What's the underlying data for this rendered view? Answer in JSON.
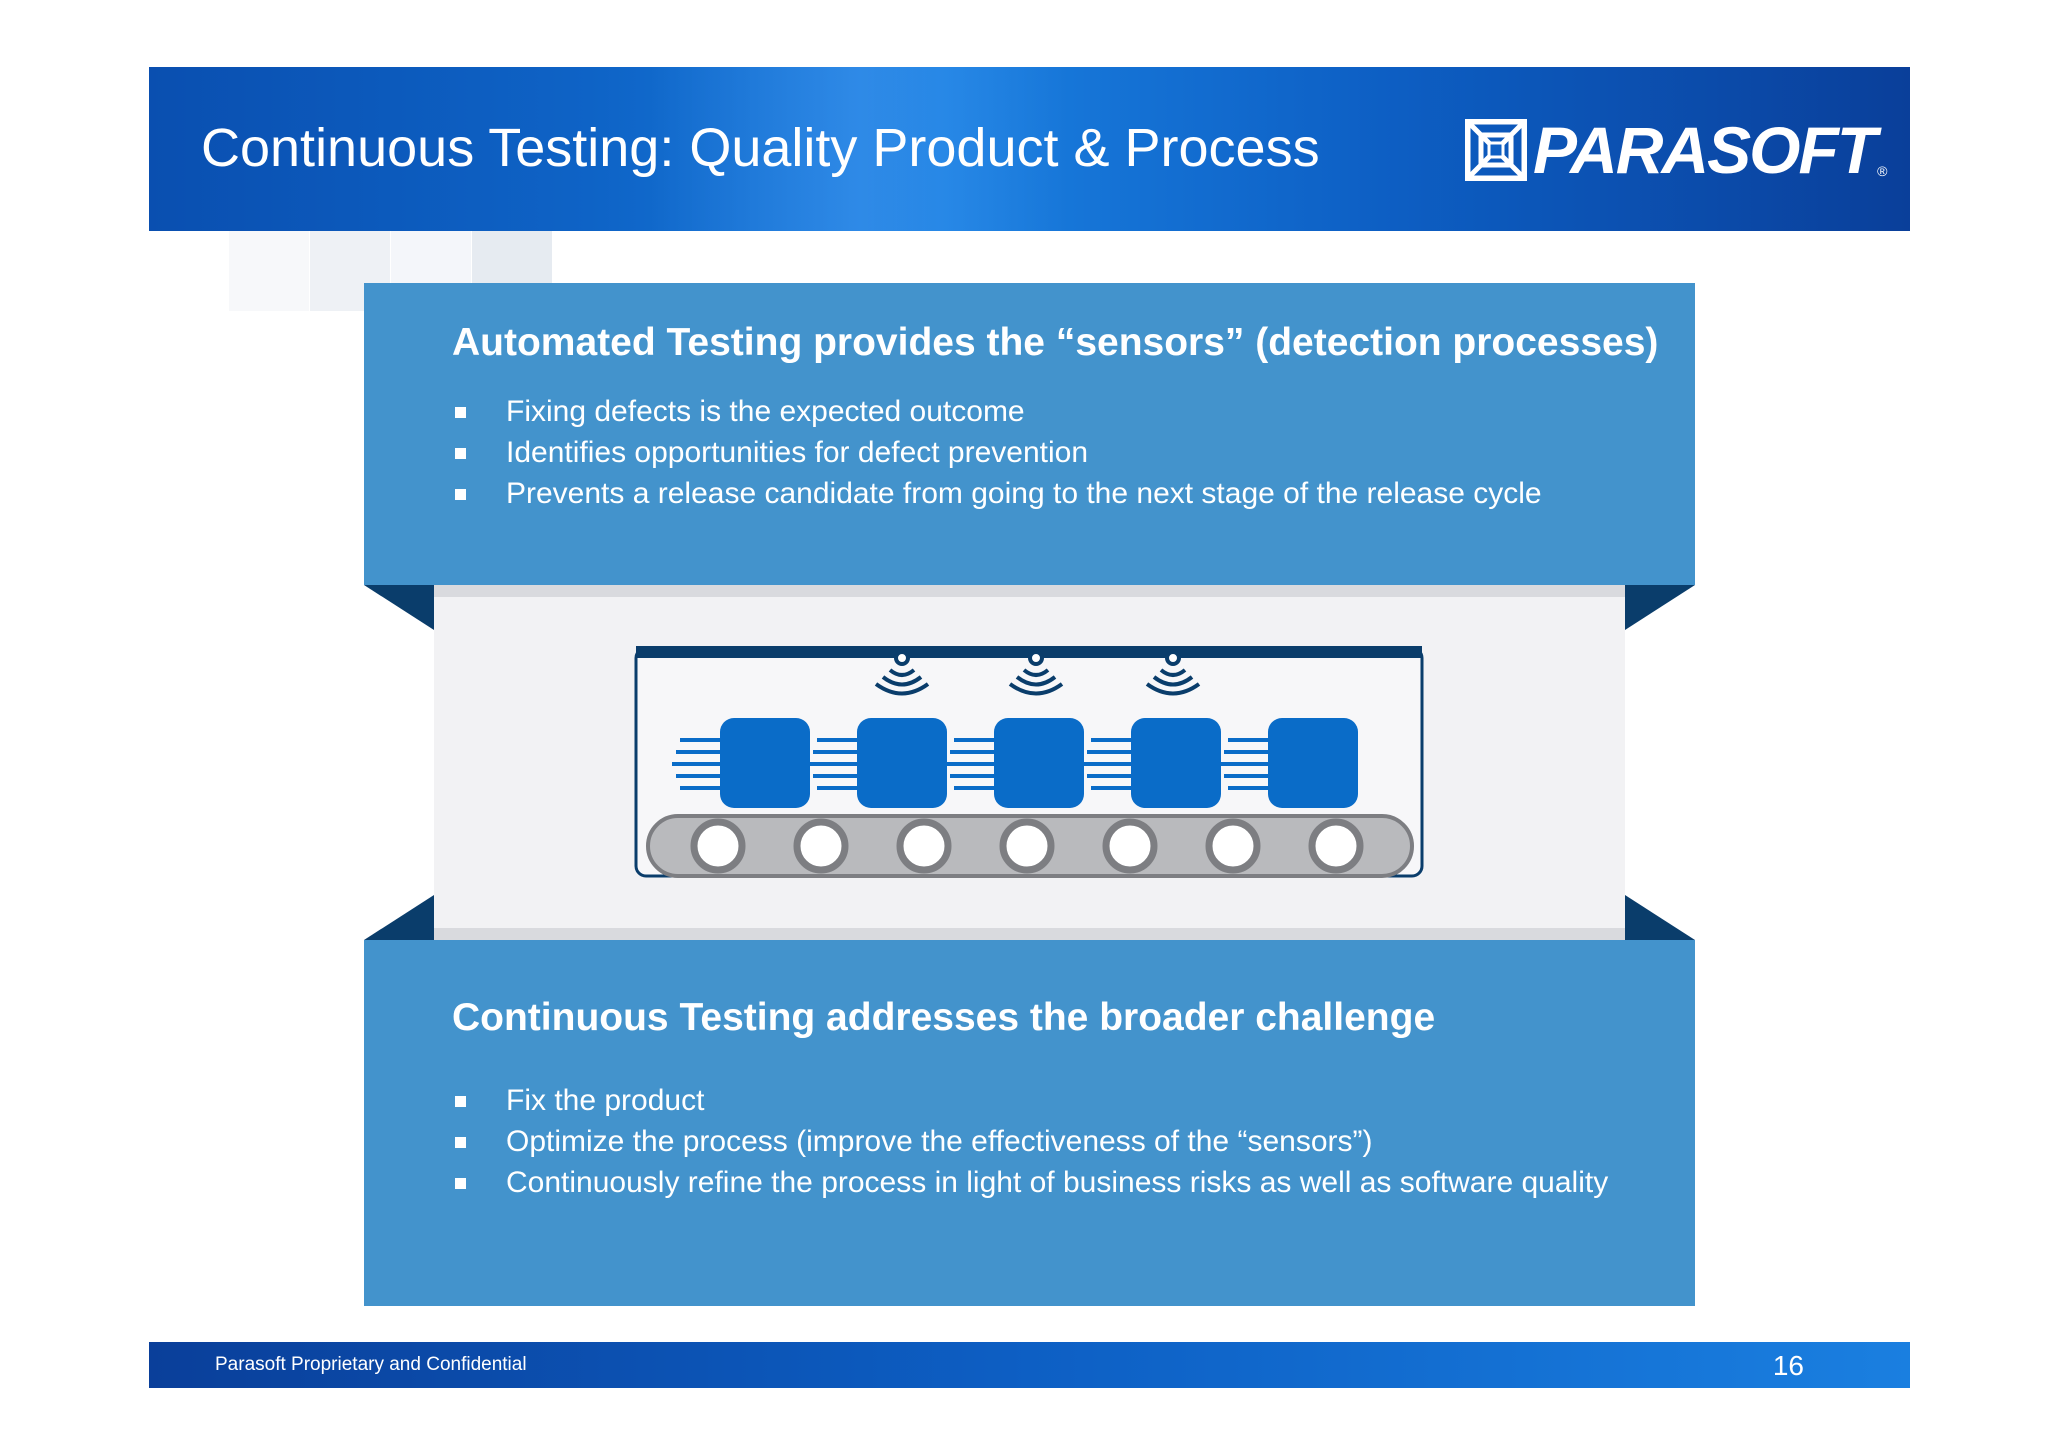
{
  "slide": {
    "title": "Continuous Testing: Quality Product & Process",
    "logo_text": "PARASOFT",
    "logo_mark": "®"
  },
  "top_panel": {
    "heading": "Automated Testing provides the “sensors” (detection processes)",
    "bullets": [
      "Fixing defects is the expected outcome",
      "Identifies opportunities for defect prevention",
      "Prevents a release candidate from going to the next stage of the release cycle"
    ]
  },
  "bottom_panel": {
    "heading": "Continuous Testing addresses the broader challenge",
    "bullets": [
      "Fix the product",
      "Optimize the process (improve the effectiveness of the “sensors”)",
      "Continuously refine the process in light of business risks as well as software quality"
    ]
  },
  "illustration": {
    "icon": "conveyor-belt-sensors-icon",
    "sensor_count": 3,
    "package_count": 5,
    "roller_count": 7
  },
  "footer": {
    "confidential": "Parasoft Proprietary and Confidential",
    "page_number": "16"
  },
  "colors": {
    "header_blue": "#0e63c6",
    "panel_blue": "#4393cc",
    "dark_navy": "#0a3d6b",
    "package_blue": "#0a6cc8",
    "band_gray": "#f2f2f4"
  }
}
